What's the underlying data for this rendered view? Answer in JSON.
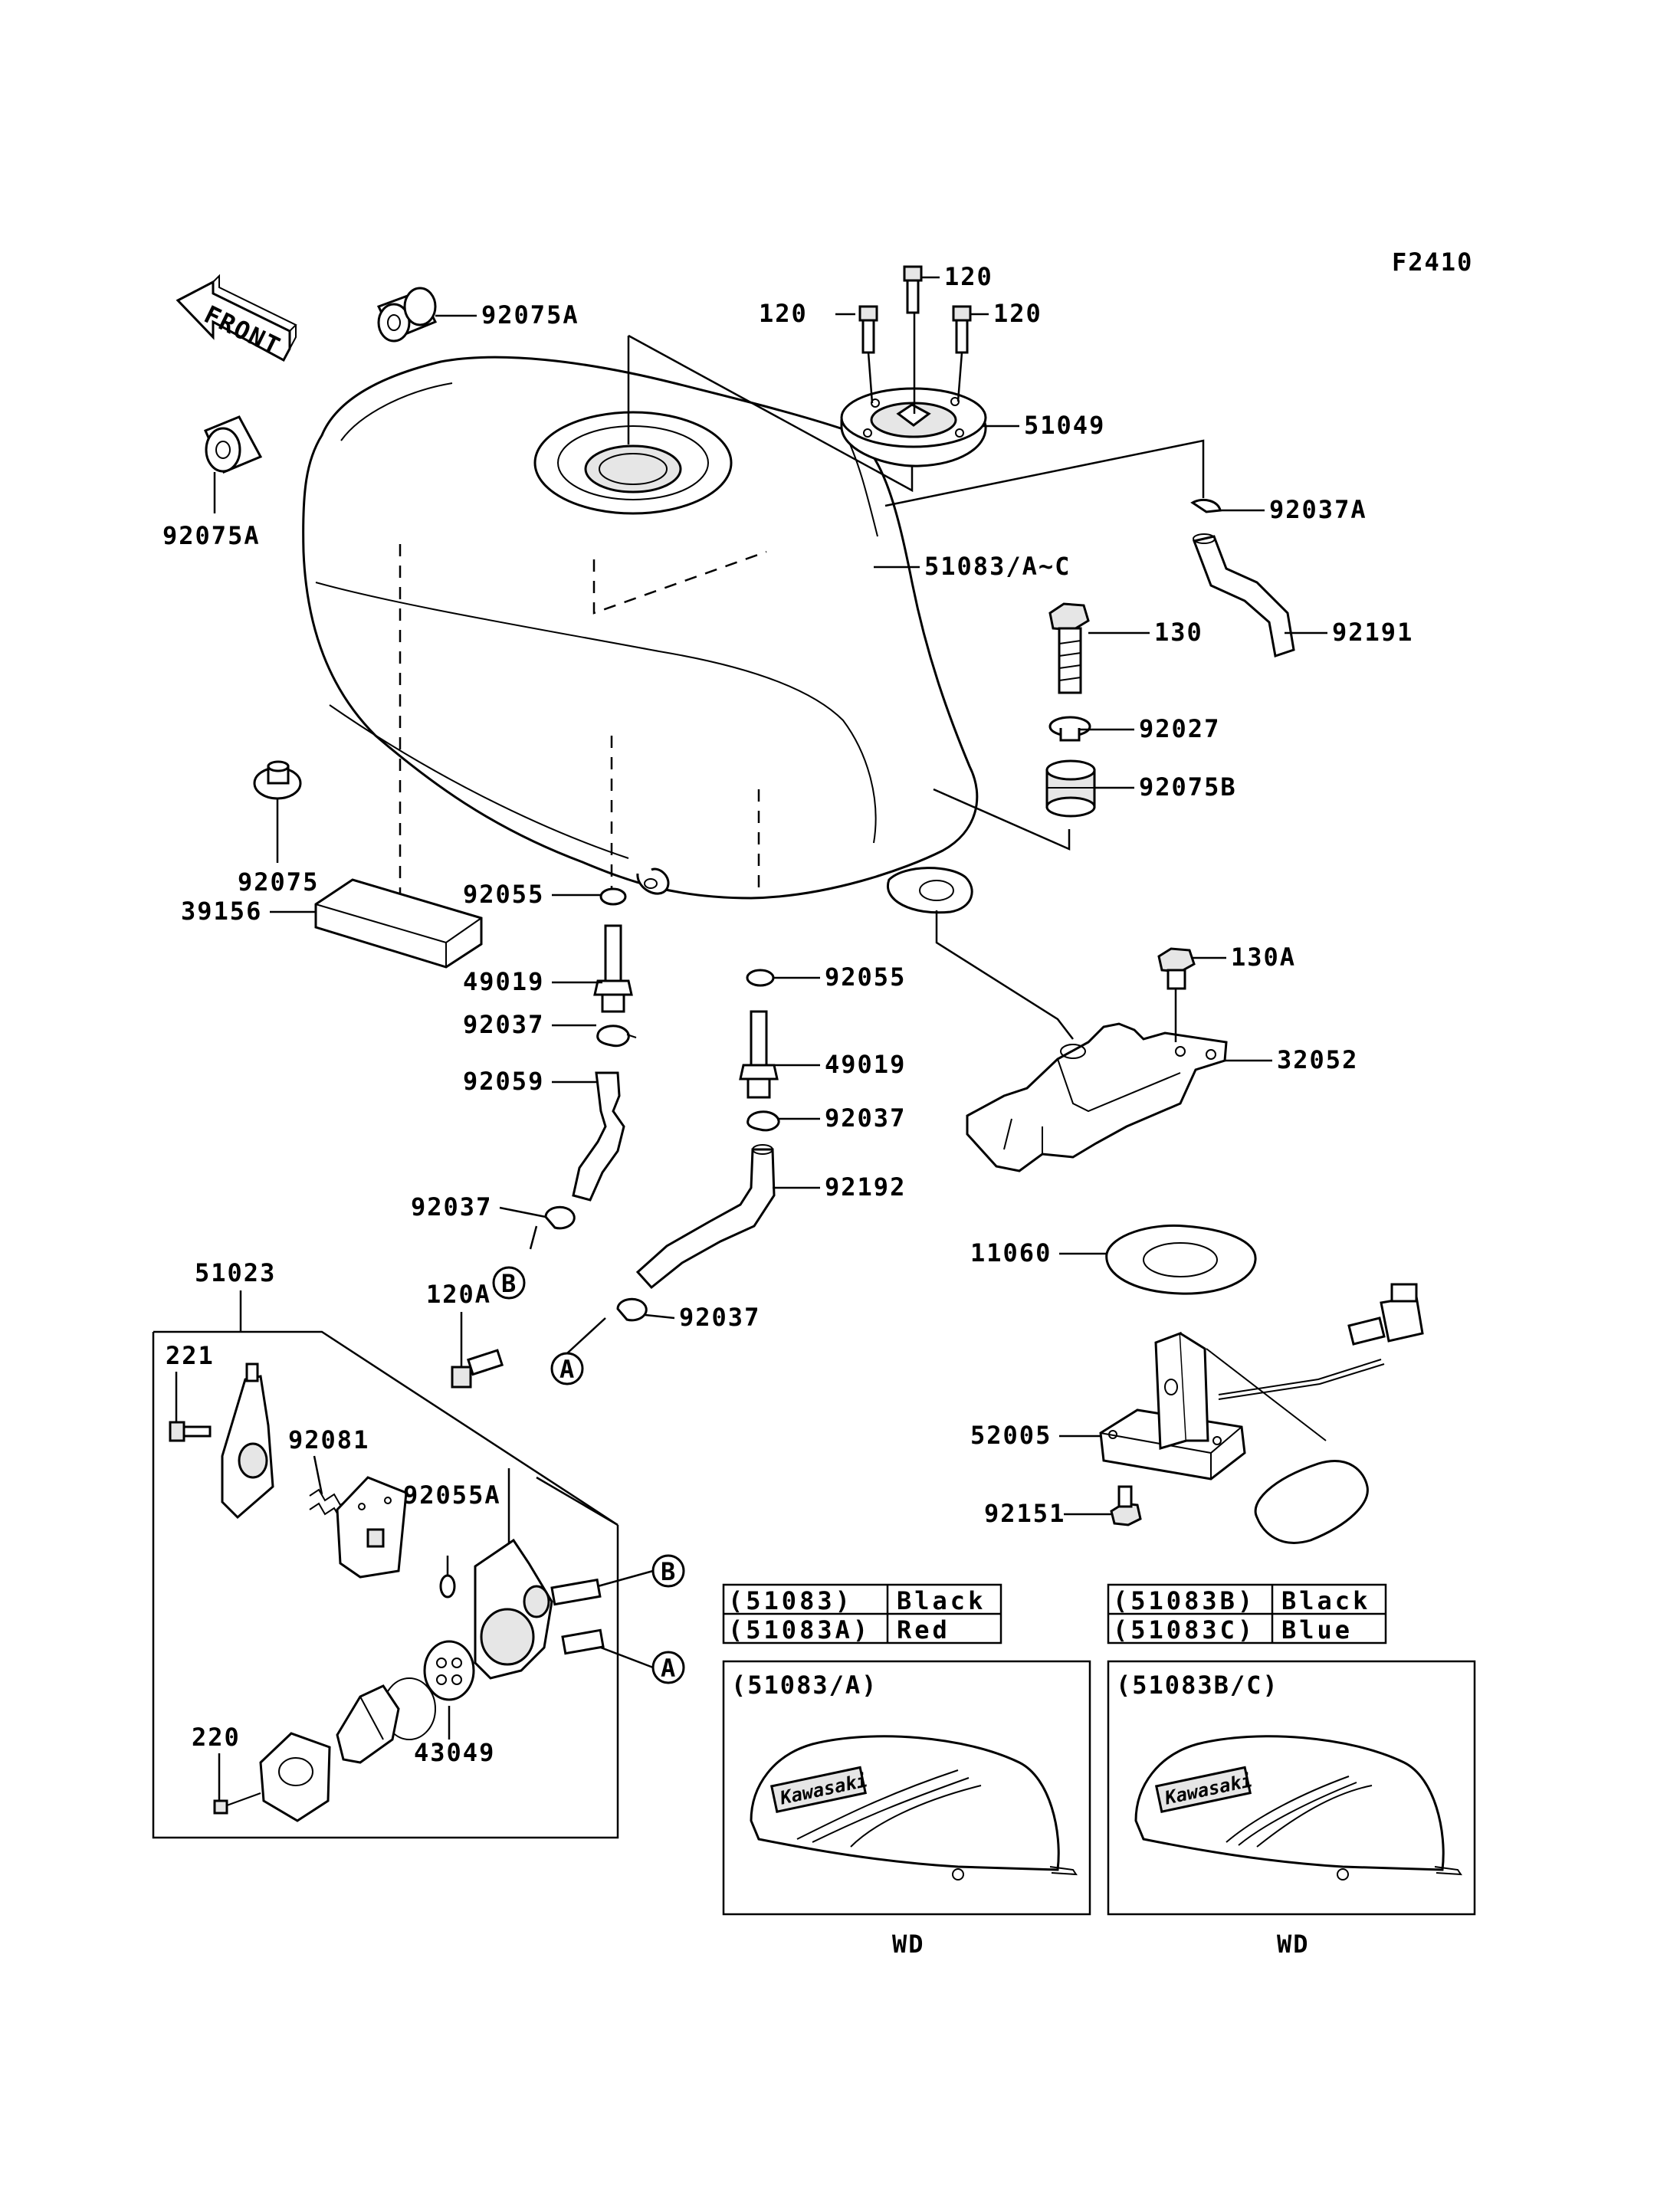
{
  "diagram": {
    "code": "F2410",
    "front_label": "FRONT",
    "labels": {
      "p120_top": "120",
      "p120_left": "120",
      "p120_right": "120",
      "p51049": "51049",
      "p92075A_top": "92075A",
      "p92075A_left": "92075A",
      "p92037A": "92037A",
      "p51083": "51083/A~C",
      "p92191": "92191",
      "p130": "130",
      "p92027": "92027",
      "p92075B": "92075B",
      "p92075": "92075",
      "p39156": "39156",
      "p92055_a": "92055",
      "p92055_b": "92055",
      "p49019_a": "49019",
      "p49019_b": "49019",
      "p92037_a": "92037",
      "p92037_b": "92037",
      "p92037_c": "92037",
      "p92037_d": "92037",
      "p92059": "92059",
      "p92192": "92192",
      "p130A": "130A",
      "p32052": "32052",
      "p11060": "11060",
      "p52005": "52005",
      "p92151": "92151",
      "p51023": "51023",
      "p120A": "120A",
      "p221": "221",
      "p92081": "92081",
      "p92055A": "92055A",
      "p220": "220",
      "p43049": "43049"
    },
    "callouts": {
      "A": "A",
      "B": "B"
    },
    "color_table_left": [
      {
        "part": "(51083)",
        "color": "Black"
      },
      {
        "part": "(51083A)",
        "color": "Red"
      }
    ],
    "color_table_right": [
      {
        "part": "(51083B)",
        "color": "Black"
      },
      {
        "part": "(51083C)",
        "color": "Blue"
      }
    ],
    "variant_left": {
      "title": "(51083/A)",
      "code": "WD",
      "brand": "Kawasaki"
    },
    "variant_right": {
      "title": "(51083B/C)",
      "code": "WD",
      "brand": "Kawasaki"
    }
  }
}
